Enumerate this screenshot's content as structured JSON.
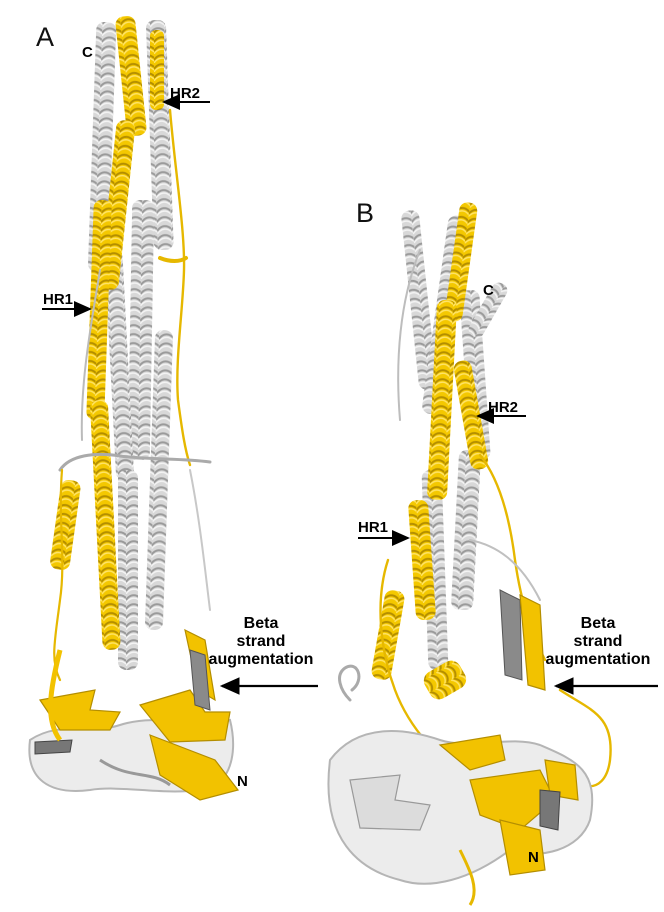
{
  "panels": [
    {
      "letter": "A",
      "labels": {
        "c_term": "C",
        "hr2": "HR2",
        "hr1": "HR1",
        "beta_line1": "Beta",
        "beta_line2": "strand",
        "beta_line3": "augmentation",
        "n_term": "N"
      }
    },
    {
      "letter": "B",
      "labels": {
        "c_term": "C",
        "hr2": "HR2",
        "hr1": "HR1",
        "beta_line1": "Beta",
        "beta_line2": "strand",
        "beta_line3": "augmentation",
        "n_term": "N"
      }
    }
  ],
  "colors": {
    "highlight_chain": "#f2c200",
    "other_chains": "#cfcfcf",
    "dark_strands": "#555555"
  }
}
